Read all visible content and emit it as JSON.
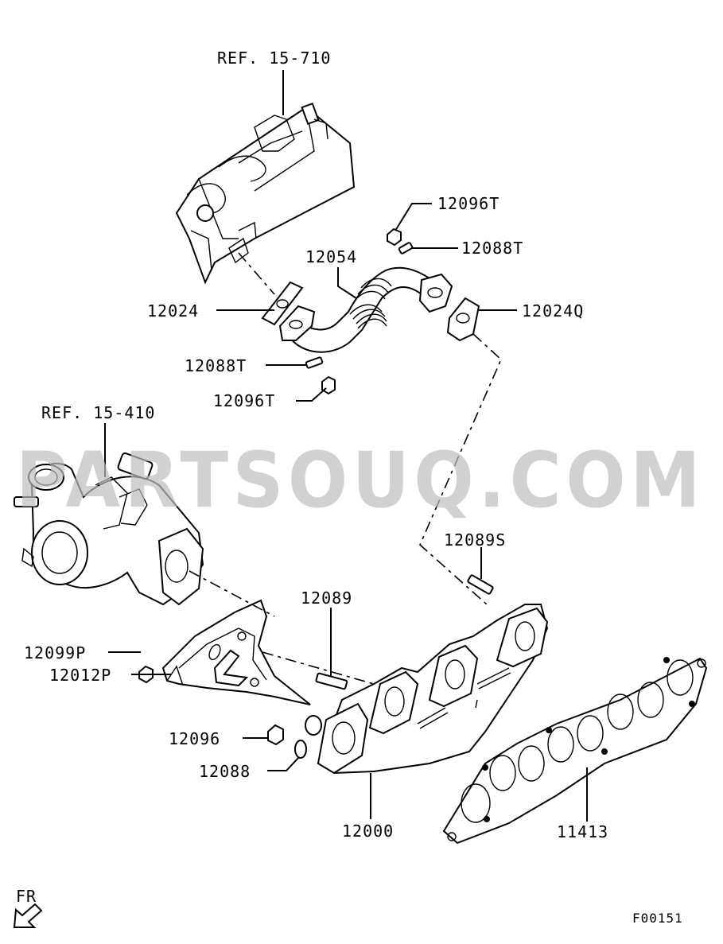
{
  "labels": {
    "ref_15_710": "REF. 15-710",
    "ref_15_410": "REF. 15-410",
    "p12096T_top": "12096T",
    "p12088T_top": "12088T",
    "p12054": "12054",
    "p12024": "12024",
    "p12024Q": "12024Q",
    "p12088T_mid": "12088T",
    "p12096T_mid": "12096T",
    "p12089S": "12089S",
    "p12089": "12089",
    "p12099P": "12099P",
    "p12012P": "12012P",
    "p12096": "12096",
    "p12088": "12088",
    "p12000": "12000",
    "p11413": "11413",
    "fr": "FR",
    "diagram_code": "F00151"
  },
  "watermark": "PARTSOUQ.COM",
  "icons": {
    "front_arrow": "arrow-down-left-icon"
  },
  "colors": {
    "line": "#000000",
    "watermark": "#bdbdbd",
    "background": "#ffffff"
  }
}
